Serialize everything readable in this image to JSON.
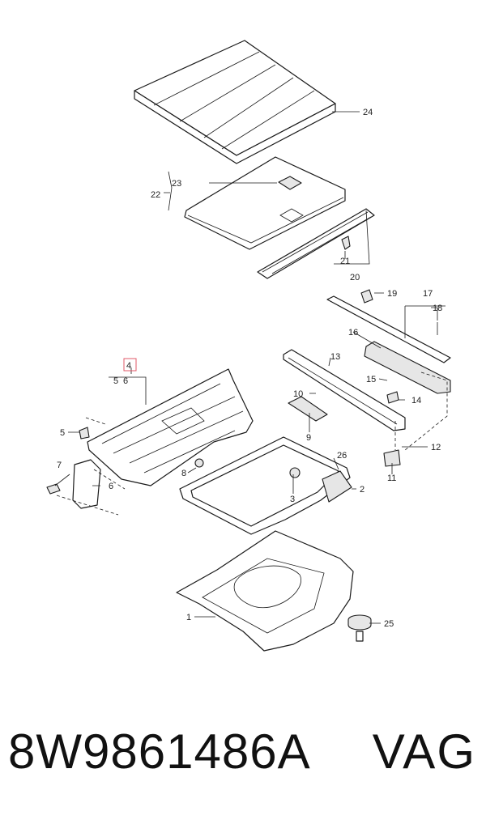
{
  "callouts": {
    "c1": "1",
    "c2": "2",
    "c3": "3",
    "c4": "4",
    "c5a": "5",
    "c5b": "5",
    "c6a": "6",
    "c6b": "6",
    "c7": "7",
    "c8": "8",
    "c9": "9",
    "c10": "10",
    "c11": "11",
    "c12": "12",
    "c13": "13",
    "c14": "14",
    "c15": "15",
    "c16": "16",
    "c17": "17",
    "c18": "18",
    "c19": "19",
    "c20": "20",
    "c21": "21",
    "c22": "22",
    "c23": "23",
    "c24": "24",
    "c25": "25",
    "c26": "26"
  },
  "footer": {
    "part_number": "8W9861486A",
    "brand": "VAG"
  },
  "colors": {
    "highlight": "#e05a6a",
    "line": "#1a1a1a"
  }
}
